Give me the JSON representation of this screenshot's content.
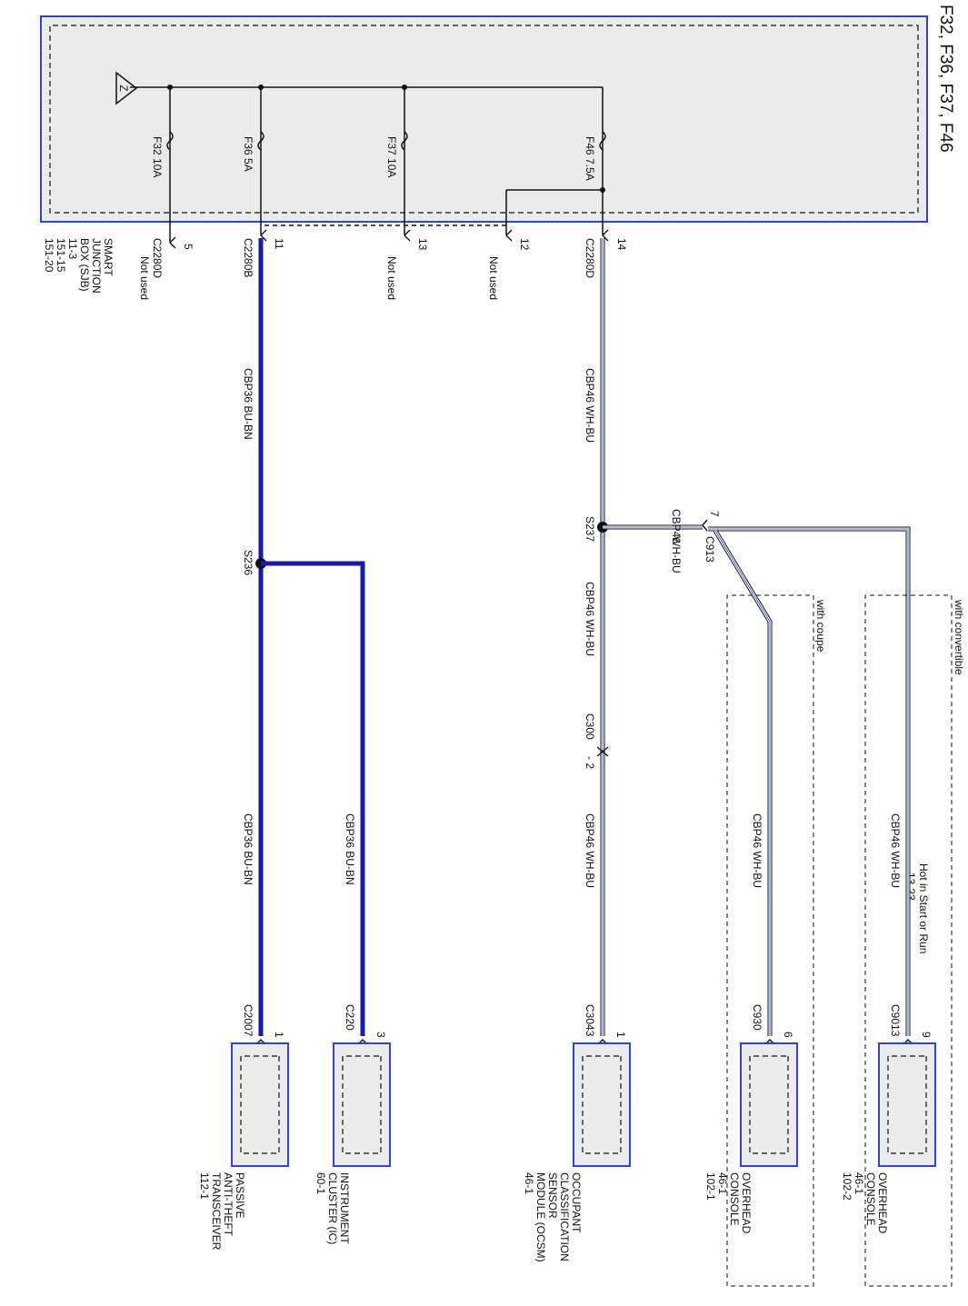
{
  "title": "F32, F36, F37, F46",
  "sjb": {
    "name_lines": [
      "SMART",
      "JUNCTION",
      "BOX (SJB)",
      "11-3",
      "151-15",
      "151-20"
    ],
    "hot_lines": [
      "Hot in Start or Run",
      "13-23"
    ],
    "source_symbol": "Z"
  },
  "fuses": {
    "f46": {
      "id": "F46",
      "rating": "7.5A"
    },
    "f37": {
      "id": "F37",
      "rating": "10A"
    },
    "f36": {
      "id": "F36",
      "rating": "5A"
    },
    "f32": {
      "id": "F32",
      "rating": "10A"
    }
  },
  "pins": {
    "p14": {
      "num": "14",
      "conn": "C2280D",
      "note": ""
    },
    "p12": {
      "num": "12",
      "conn": "",
      "note": "Not used"
    },
    "p13": {
      "num": "13",
      "conn": "",
      "note": "Not used"
    },
    "p11": {
      "num": "11",
      "conn": "C2280B",
      "note": ""
    },
    "p5": {
      "num": "5",
      "conn": "C2280D",
      "note": "Not used"
    }
  },
  "wires": {
    "cbp46": {
      "circuit": "CBP46",
      "color": "WH-BU"
    },
    "cbp36": {
      "circuit": "CBP36",
      "color": "BU-BN"
    }
  },
  "splices": {
    "s237": "S237",
    "s236": "S236"
  },
  "inline": {
    "c913": {
      "name": "C913",
      "pin": "7"
    },
    "c300": {
      "name": "C300",
      "pin": "2"
    }
  },
  "options": {
    "coupe": "with coupe",
    "convertible": "with convertible"
  },
  "components": {
    "pats": {
      "lines": [
        "PASSIVE",
        "ANTI-THEFT",
        "TRANSCEIVER",
        "112-1"
      ],
      "conn": "C2007",
      "pin": "1"
    },
    "ic": {
      "lines": [
        "INSTRUMENT",
        "CLUSTER (IC)",
        "60-1"
      ],
      "conn": "C220",
      "pin": "3"
    },
    "ocsm": {
      "lines": [
        "OCCUPANT",
        "CLASSIFICATION",
        "SENSOR",
        "MODULE (OCSM)",
        "46-1"
      ],
      "conn": "C3043",
      "pin": "1"
    },
    "console_coupe": {
      "lines": [
        "OVERHEAD",
        "CONSOLE",
        "46-1",
        "102-1"
      ],
      "conn": "C930",
      "pin": "6"
    },
    "console_conv": {
      "lines": [
        "OVERHEAD",
        "CONSOLE",
        "46-1",
        "102-2"
      ],
      "conn": "C9013",
      "pin": "9"
    }
  },
  "colors": {
    "frame": "#2f44c8",
    "power_wire": "#1a1aa8",
    "signal_stripe": "#2f44c8",
    "box_fill": "#ebebeb",
    "line": "#111111"
  }
}
